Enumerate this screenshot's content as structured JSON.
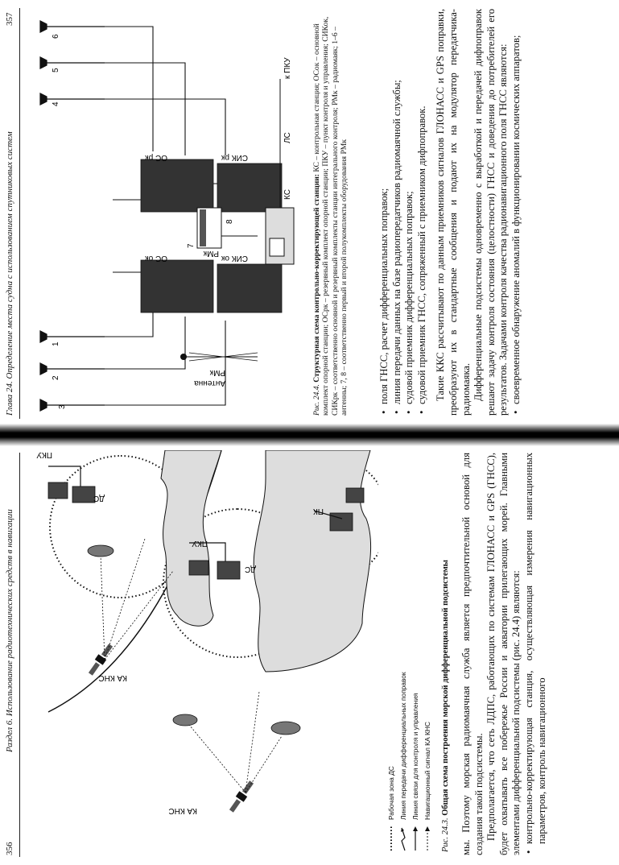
{
  "left_page": {
    "number": "356",
    "running_head": "Раздел 6. Использование радиотехнических средств в навигации",
    "fig_labels": {
      "ka_kns_top": "КА КНС",
      "ka_kns_left": "КА КНС",
      "pku_top": "ПКУ",
      "ds_top": "ДС",
      "ds_mid": "ДС",
      "pku_mid": "ПКУ",
      "pk": "ПК"
    },
    "legend": [
      {
        "icon": "dotted-line",
        "text": "Рабочая зона ДС"
      },
      {
        "icon": "lightning-arrow",
        "text": "Линия передачи дифференциальных поправок"
      },
      {
        "icon": "solid-arrow",
        "text": "Линия связи для контроля и управления"
      },
      {
        "icon": "dashed-arrow",
        "text": "Навигационный сигнал КА КНС"
      }
    ],
    "caption_num": "Рис. 24.3.",
    "caption_text": "Общая схема построения морской дифференциальной подсистемы",
    "paragraphs": [
      "мы. Поэтому морская радиомаячная служба является предпочтительной основой для создания такой подсистемы.",
      "Предполагается, что сеть ЛДПС, работающих по системам ГЛОНАСС и GPS (ГНСС), будет охватывать все побережье России и акватории прилегающих морей. Главными элементами дифференциальной подсистемы (рис. 24.4) являются:"
    ],
    "bullets": [
      "контрольно-корректирующая станция, осуществляющая измерения навигационных параметров, контроль навигационного"
    ]
  },
  "right_page": {
    "number": "357",
    "running_head": "Глава 24. Определение места судна с использованием спутниковых систем",
    "fig_labels": {
      "antenna": "Антенна",
      "antenna_rm": "РМк",
      "rm": "РМк",
      "n8": "8",
      "n7": "7",
      "os_rk": "ОС рк",
      "sik_rk": "СИК рк",
      "os_ok": "ОС ок",
      "sik_ok": "СИК ок",
      "k_pku": "к ПКУ",
      "ls": "ЛС",
      "ks": "КС",
      "n1": "1",
      "n2": "2",
      "n3": "3",
      "n4": "4",
      "n5": "5",
      "n6": "6"
    },
    "caption_num": "Рис. 24.4.",
    "caption_title": "Структурная схема контрольно-корректирующей станции:",
    "caption_text": "КС – контрольная станция; ОСок – основной комплект опорной станции; ОСрк – резервный комплект опорной станции; ПКУ – пункт контроля и управления; СИКок, СИКрк – соответственно основной и резервный комплекты станции интегрального контроля; РМк – радиомаяк; 1–6 – антенны; 7, 8 – соответственно первый и второй полукомплекты оборудования РМк",
    "bullets": [
      "поля ГНСС, расчет дифференциальных поправок;",
      "линия передачи данных на базе радиопередатчиков радиомаячной службы;",
      "судовой приемник дифференциальных поправок;",
      "судовой приемник ГНСС, сопряженный с приемником дифпоправок."
    ],
    "paragraphs": [
      "Такие ККС рассчитывают по данным приемников сигналов ГЛОНАСС и GPS поправки, преобразуют их в стандартные сообщения и подают их на модулятор передатчика-радиомаяка.",
      "Дифференциальные подсистемы одновременно с выработкой и передачей дифпоправок решают задачу контроля состояния (целостности) ГНСС и доведения до потребителей его результатов. Задачами контроля качества радионавигационного поля ГНСС являются:"
    ],
    "bullets2": [
      "своевременное обнаружение аномалий в функционировании космических аппаратов;"
    ]
  }
}
